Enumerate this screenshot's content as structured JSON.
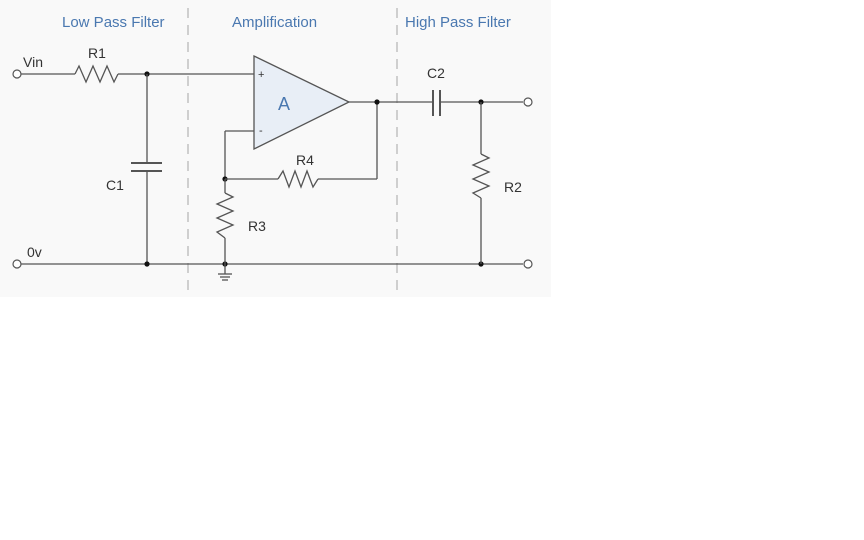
{
  "title": "Band Pass Filter with Amplification Stage",
  "sections": {
    "low_pass": "Low Pass Filter",
    "amplification": "Amplification",
    "high_pass": "High Pass Filter"
  },
  "terminals": {
    "input": "Vin",
    "ground": "0v"
  },
  "components": {
    "r1": "R1",
    "r2": "R2",
    "r3": "R3",
    "r4": "R4",
    "c1": "C1",
    "c2": "C2",
    "opamp": "A",
    "opamp_plus": "+",
    "opamp_minus": "-"
  },
  "colors": {
    "section_label": "#4a78b0",
    "wire": "#555555",
    "opamp_fill": "#e8eef6",
    "background": "#f9f9f9"
  }
}
